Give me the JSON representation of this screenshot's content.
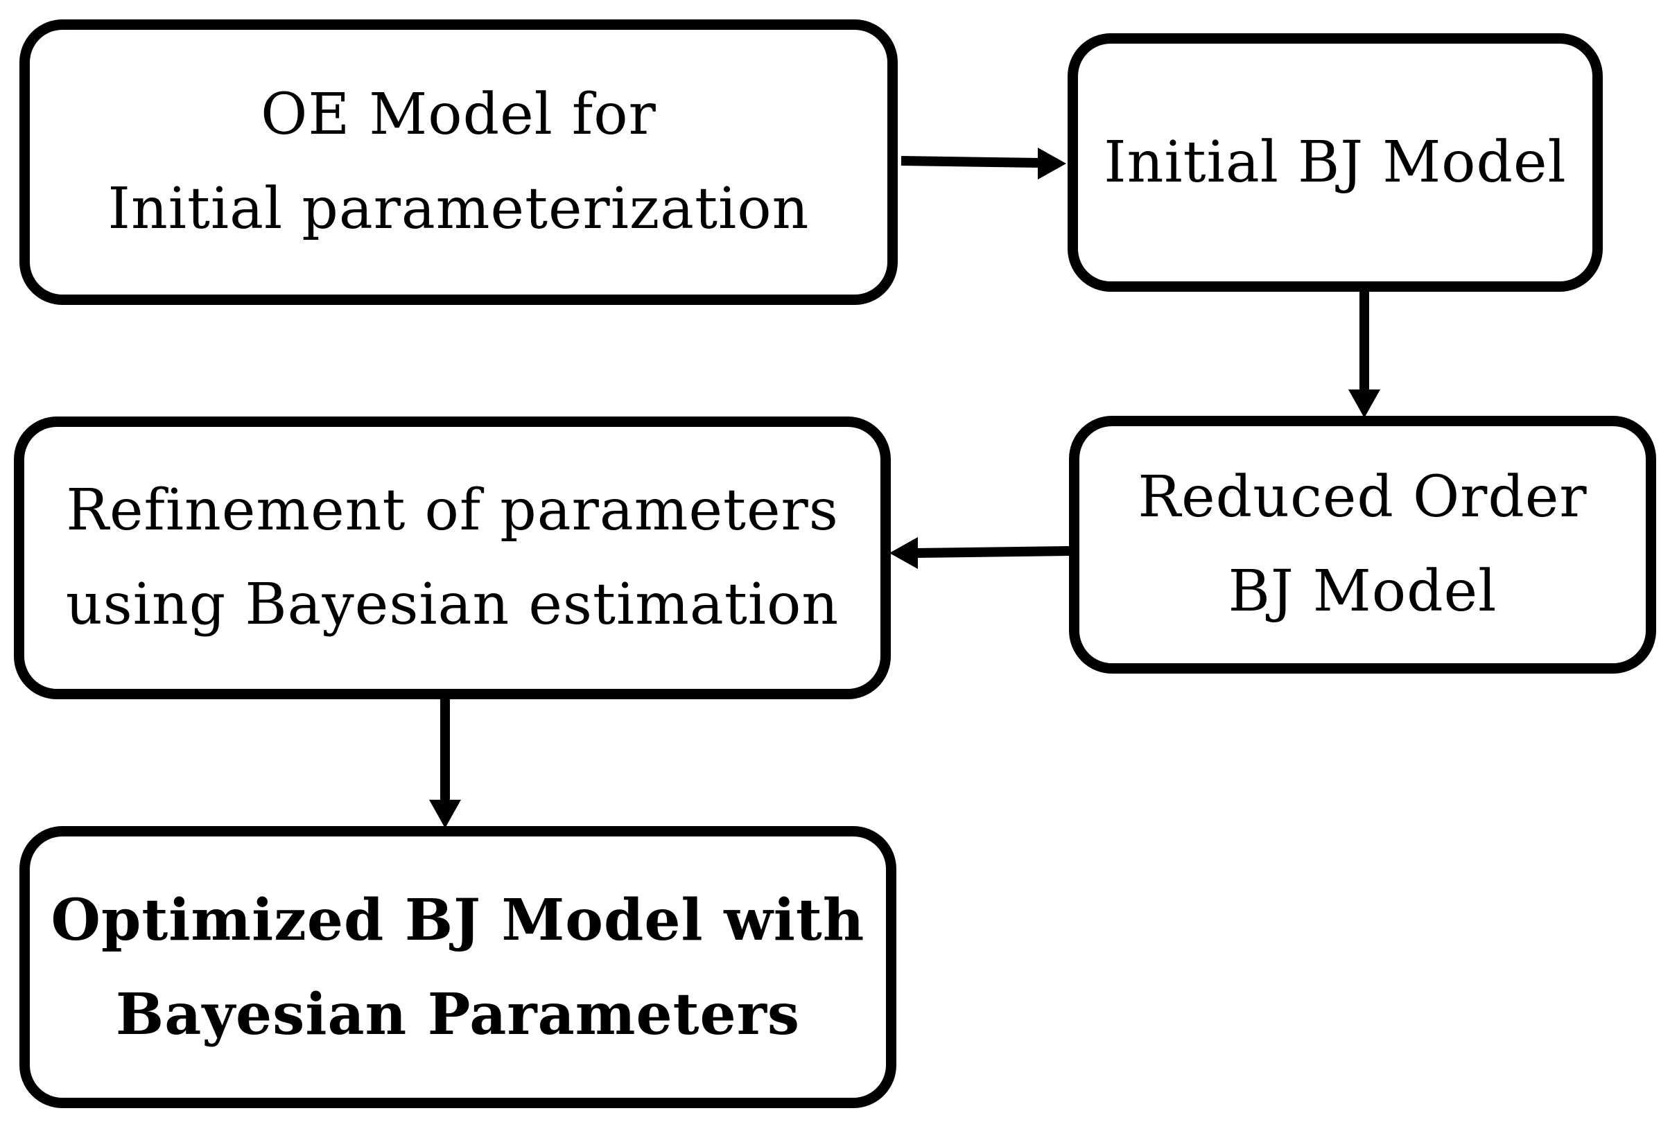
{
  "nodes": [
    {
      "id": "oe-model",
      "lines": [
        "OE Model for",
        "Initial parameterization"
      ],
      "bold": false
    },
    {
      "id": "initial-bj",
      "lines": [
        "Initial BJ Model"
      ],
      "bold": false
    },
    {
      "id": "reduced-order",
      "lines": [
        "Reduced Order",
        "BJ Model"
      ],
      "bold": false
    },
    {
      "id": "refinement",
      "lines": [
        "Refinement of parameters",
        "using Bayesian estimation"
      ],
      "bold": false
    },
    {
      "id": "optimized",
      "lines": [
        "Optimized BJ Model with",
        "Bayesian Parameters"
      ],
      "bold": true
    }
  ],
  "edges": [
    {
      "from": "oe-model",
      "to": "initial-bj"
    },
    {
      "from": "initial-bj",
      "to": "reduced-order"
    },
    {
      "from": "reduced-order",
      "to": "refinement"
    },
    {
      "from": "refinement",
      "to": "optimized"
    }
  ],
  "colors": {
    "stroke": "#000000",
    "fill": "#ffffff"
  }
}
